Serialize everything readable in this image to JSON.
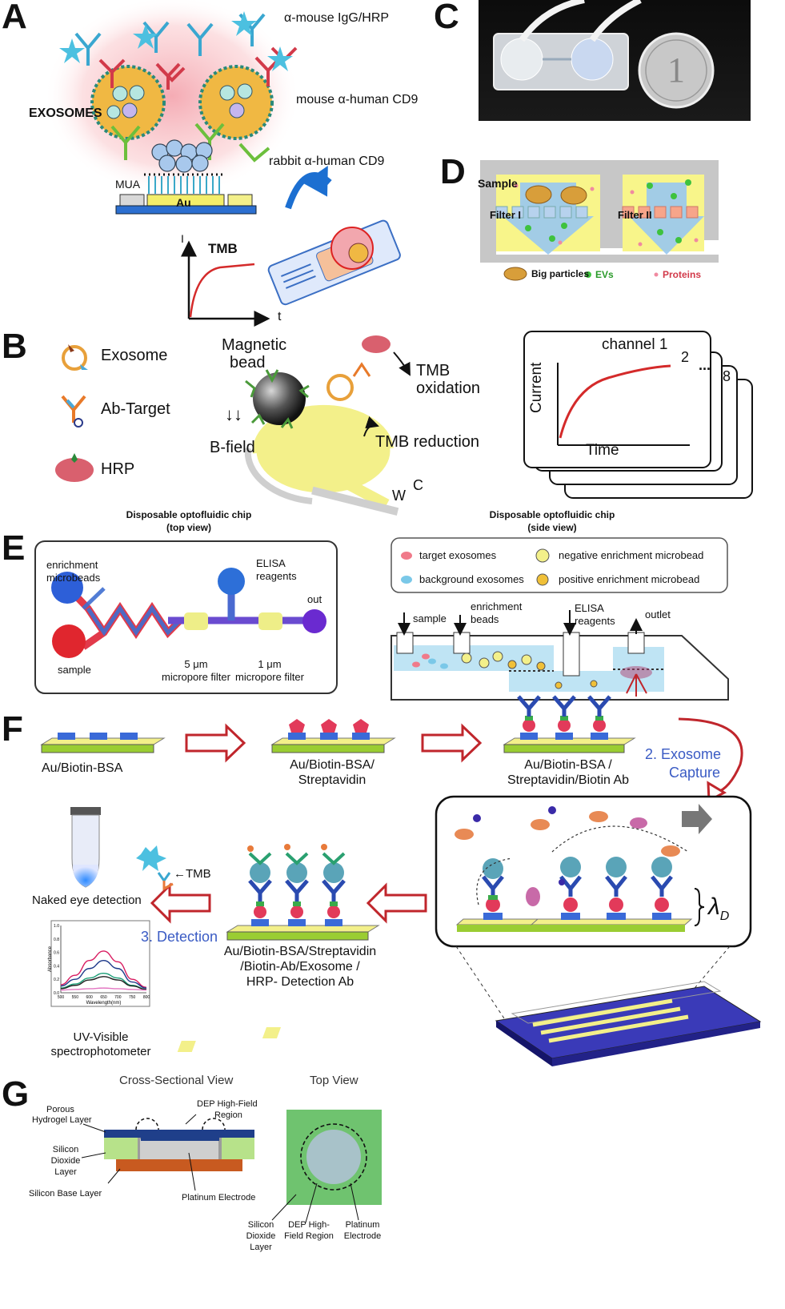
{
  "panels": {
    "a": "A",
    "b": "B",
    "c": "C",
    "d": "D",
    "e": "E",
    "f": "F",
    "g": "G"
  },
  "panel_a": {
    "exosomes": "EXOSOMES",
    "hrp": "α-mouse IgG/HRP",
    "mouse": "mouse α-human CD9",
    "rabbit": "rabbit α-human CD9",
    "mua": "MUA",
    "au": "Au",
    "tmb": "TMB",
    "axis_i": "I",
    "axis_t": "t"
  },
  "panel_b": {
    "exosome": "Exosome",
    "ab_target": "Ab-Target",
    "hrp": "HRP",
    "magnetic": "Magnetic",
    "bead": "bead",
    "b_field_arrows": "↓↓",
    "b_field": "B-field",
    "tmb_ox_1": "TMB",
    "tmb_ox_2": "oxidation",
    "tmb_red": "TMB reduction",
    "electrode_w": "W",
    "electrode_c": "C",
    "channel1": "channel 1",
    "ch2": "2",
    "ch_dots": "...",
    "ch8": "8",
    "ylabel": "Current",
    "xlabel": "Time"
  },
  "panel_d": {
    "sample": "Sample",
    "filter1": "Filter I",
    "filter2": "Filter II",
    "big": "Big particles",
    "evs": "EVs",
    "proteins": "Proteins"
  },
  "panel_e": {
    "top_title_1": "Disposable optofluidic chip",
    "top_title_2": "(top view)",
    "side_title_1": "Disposable optofluidic chip",
    "side_title_2": "(side view)",
    "enrich_1": "enrichment",
    "enrich_2": "microbeads",
    "elisa_1": "ELISA",
    "elisa_2": "reagents",
    "out": "out",
    "sample": "sample",
    "f5_1": "5 μm",
    "f5_2": "micropore filter",
    "f1_1": "1 μm",
    "f1_2": "micropore filter",
    "leg_target": "target exosomes",
    "leg_background": "background exosomes",
    "leg_negative": "negative enrichment microbead",
    "leg_positive": "positive enrichment microbead",
    "side_sample": "sample",
    "side_enrich_1": "enrichment",
    "side_enrich_2": "beads",
    "side_elisa_1": "ELISA",
    "side_elisa_2": "reagents",
    "side_outlet": "outlet"
  },
  "panel_f": {
    "s1": "Au/Biotin-BSA",
    "s2_1": "Au/Biotin-BSA/",
    "s2_2": "Streptavidin",
    "s3_1": "Au/Biotin-BSA /",
    "s3_2": "Streptavidin/Biotin Ab",
    "capture_1": "2. Exosome",
    "capture_2": "Capture",
    "lambda": "λ",
    "lambda_sub": "D",
    "naked": "Naked eye detection",
    "tmb_arrow": "←TMB",
    "detection": "3. Detection",
    "final_1": "Au/Biotin-BSA/Streptavidin",
    "final_2": "/Biotin-Ab/Exosome /",
    "final_3": "HRP- Detection Ab",
    "uv_1": "UV-Visible",
    "uv_2": "spectrophotometer",
    "spec_ylabel": "Absorbance",
    "spec_xlabel": "Wavelength(nm)",
    "spec_xticks": [
      "500",
      "550",
      "600",
      "650",
      "700",
      "750",
      "800"
    ],
    "spec_yticks": [
      "0.0",
      "0.2",
      "0.4",
      "0.6",
      "0.8",
      "1.0"
    ]
  },
  "panel_g": {
    "cross_title": "Cross-Sectional View",
    "top_title": "Top View",
    "porous_1": "Porous",
    "porous_2": "Hydrogel Layer",
    "dep_1": "DEP High-Field",
    "dep_2": "Region",
    "silicon_1": "Silicon",
    "silicon_2": "Dioxide",
    "silicon_3": "Layer",
    "base": "Silicon Base Layer",
    "platinum": "Platinum Electrode",
    "tv_sil_1": "Silicon",
    "tv_sil_2": "Dioxide",
    "tv_sil_3": "Layer",
    "tv_dep_1": "DEP High-",
    "tv_dep_2": "Field Region",
    "tv_pt_1": "Platinum",
    "tv_pt_2": "Electrode"
  },
  "colors": {
    "red_arrow": "#c0262c",
    "blue_text": "#3a5bc4",
    "gold": "#e8a93a",
    "yellow": "#f3f08a",
    "blue_base": "#2c5fb8"
  },
  "chart_data": {
    "type": "line",
    "title": "",
    "xlabel": "Wavelength(nm)",
    "ylabel": "Absorbance",
    "xlim": [
      500,
      800
    ],
    "ylim": [
      0,
      1.0
    ],
    "x": [
      500,
      550,
      600,
      650,
      700,
      750,
      800
    ],
    "series": [
      {
        "color": "#d81b60",
        "values": [
          0.12,
          0.26,
          0.48,
          0.62,
          0.46,
          0.2,
          0.08
        ]
      },
      {
        "color": "#1e3a8a",
        "values": [
          0.1,
          0.2,
          0.36,
          0.48,
          0.36,
          0.16,
          0.07
        ]
      },
      {
        "color": "#1b9e77",
        "values": [
          0.07,
          0.13,
          0.22,
          0.29,
          0.22,
          0.11,
          0.05
        ]
      },
      {
        "color": "#222222",
        "values": [
          0.06,
          0.11,
          0.19,
          0.24,
          0.19,
          0.1,
          0.05
        ]
      },
      {
        "color": "#e377c2",
        "values": [
          0.04,
          0.05,
          0.06,
          0.07,
          0.06,
          0.05,
          0.04
        ]
      }
    ]
  }
}
